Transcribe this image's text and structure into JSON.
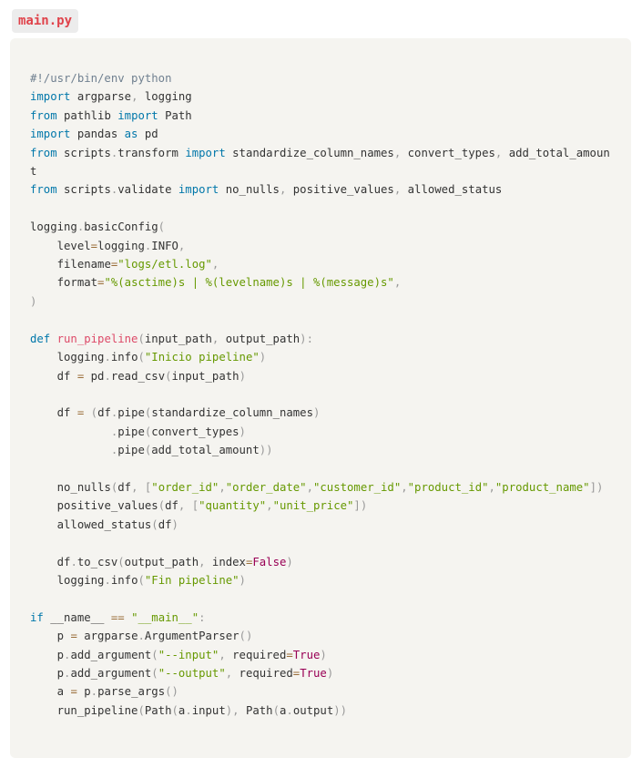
{
  "file_tab": {
    "label": "main.py"
  },
  "code": {
    "language": "python",
    "lines": [
      "#!/usr/bin/env python",
      "import argparse, logging",
      "from pathlib import Path",
      "import pandas as pd",
      "from scripts.transform import standardize_column_names, convert_types, add_total_amount",
      "from scripts.validate import no_nulls, positive_values, allowed_status",
      "",
      "logging.basicConfig(",
      "    level=logging.INFO,",
      "    filename=\"logs/etl.log\",",
      "    format=\"%(asctime)s | %(levelname)s | %(message)s\",",
      ")",
      "",
      "def run_pipeline(input_path, output_path):",
      "    logging.info(\"Inicio pipeline\")",
      "    df = pd.read_csv(input_path)",
      "",
      "    df = (df.pipe(standardize_column_names)",
      "            .pipe(convert_types)",
      "            .pipe(add_total_amount))",
      "",
      "    no_nulls(df, [\"order_id\",\"order_date\",\"customer_id\",\"product_id\",\"product_name\"])",
      "    positive_values(df, [\"quantity\",\"unit_price\"])",
      "    allowed_status(df)",
      "",
      "    df.to_csv(output_path, index=False)",
      "    logging.info(\"Fin pipeline\")",
      "",
      "if __name__ == \"__main__\":",
      "    p = argparse.ArgumentParser()",
      "    p.add_argument(\"--input\", required=True)",
      "    p.add_argument(\"--output\", required=True)",
      "    a = p.parse_args()",
      "    run_pipeline(Path(a.input), Path(a.output))"
    ]
  },
  "colors": {
    "keyword": "#0077aa",
    "string": "#669900",
    "punctuation": "#999999",
    "function": "#dd4a68",
    "boolean": "#990055",
    "comment": "#708090",
    "tab_text": "#e0434b"
  }
}
